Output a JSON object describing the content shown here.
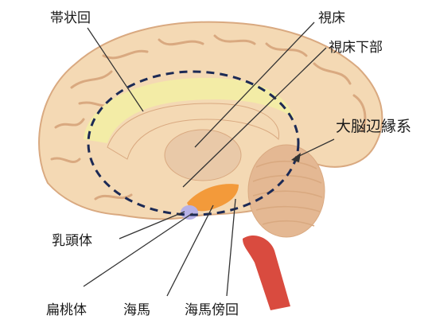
{
  "labels": {
    "cingulate_gyrus": "帯状回",
    "thalamus": "視床",
    "hypothalamus": "視床下部",
    "limbic_system": "大脳辺縁系",
    "mammillary_body": "乳頭体",
    "amygdala": "扁桃体",
    "hippocampus": "海馬",
    "parahippocampal_gyrus": "海馬傍回"
  },
  "colors": {
    "cortex": "#f4d9b4",
    "cortex_fold": "#d9a980",
    "cingulate": "#f3eca6",
    "thalamus": "#e9c9a8",
    "hippocampus": "#f39a3a",
    "mammillary": "#b7b1e6",
    "brainstem": "#d94b3f",
    "cerebellum": "#e4b893",
    "limbic_outline": "#1c2a55",
    "leader_line": "#333333"
  }
}
